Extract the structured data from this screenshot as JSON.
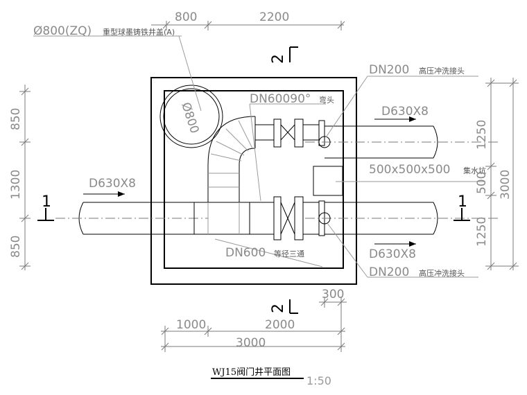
{
  "labels": {
    "cover": "Ø800(ZQ)",
    "cover_cn": "重型球墨铸铁井盖(A)",
    "cover_dia": "Ø800",
    "elbow": "DN60090°",
    "elbow_cn": "弯头",
    "flush_top": "DN200",
    "flush_top_cn": "高压冲洗接头",
    "pipe_out_top": "D630X8",
    "pipe_in": "D630X8",
    "sump": "500x500x500",
    "sump_cn": "集水坑",
    "tee": "DN600",
    "tee_cn": "等径三通",
    "pipe_out_bottom": "D630X8",
    "flush_bottom": "DN200",
    "flush_bottom_cn": "高压冲洗接头"
  },
  "dimensions": {
    "top_left": "800",
    "top_right": "2200",
    "left_top": "850",
    "left_mid": "1300",
    "left_bottom": "850",
    "right_top": "1250",
    "right_mid": "500",
    "right_bottom": "1250",
    "right_total": "3000",
    "bottom_small": "300",
    "bottom_left": "1000",
    "bottom_right": "2000",
    "bottom_total": "3000"
  },
  "section_marks": {
    "top": "2",
    "bottom": "2",
    "left": "1",
    "right": "1"
  },
  "title": "WJ15阀门井平面图",
  "scale": "1:50"
}
